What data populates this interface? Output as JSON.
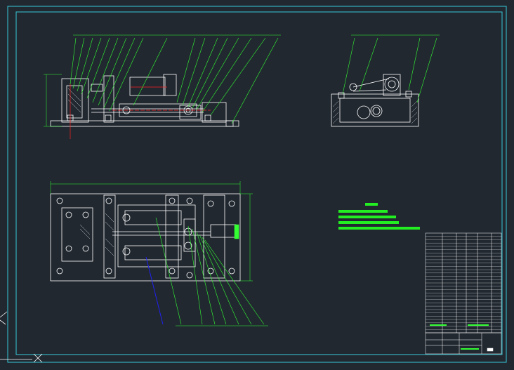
{
  "app": {
    "window_title": "",
    "canvas_label": "model-space"
  },
  "colors": {
    "background": "#212830",
    "frame": "#38c8d8",
    "geometry": "#ffffff",
    "callout": "#33ff33",
    "red_hidden": "#ff2020",
    "blue_leader": "#2020ff",
    "notes": "#22ee22"
  },
  "views": {
    "front_view": {
      "name": "front-elevation"
    },
    "side_view": {
      "name": "side-elevation"
    },
    "plan_view": {
      "name": "top-plan"
    }
  },
  "title_block": {
    "rows": 30
  },
  "icons": {
    "ucs": "ucs-icon",
    "crosshair": "crosshair-cursor-icon"
  }
}
